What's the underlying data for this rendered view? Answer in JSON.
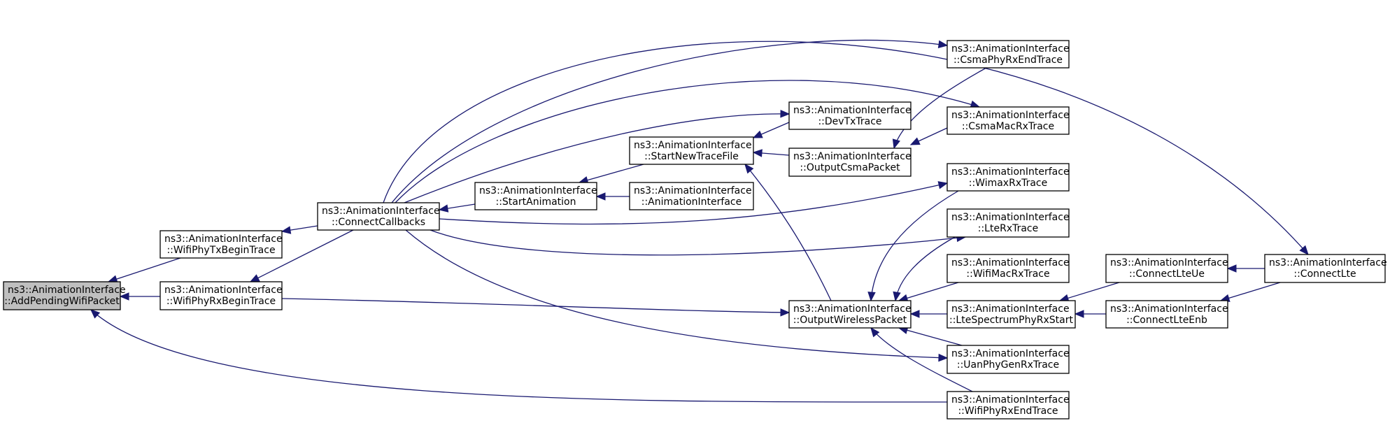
{
  "colors": {
    "edge": "#191970",
    "root_fill": "#bfbfbf",
    "node_fill": "#ffffff",
    "border": "#000000"
  },
  "nodes": {
    "add_pending_wifi_packet": {
      "line1": "ns3::AnimationInterface",
      "line2": "::AddPendingWifiPacket",
      "highlighted": true
    },
    "wifi_phy_tx_begin_trace": {
      "line1": "ns3::AnimationInterface",
      "line2": "::WifiPhyTxBeginTrace"
    },
    "wifi_phy_rx_begin_trace": {
      "line1": "ns3::AnimationInterface",
      "line2": "::WifiPhyRxBeginTrace"
    },
    "connect_callbacks": {
      "line1": "ns3::AnimationInterface",
      "line2": "::ConnectCallbacks"
    },
    "start_animation": {
      "line1": "ns3::AnimationInterface",
      "line2": "::StartAnimation"
    },
    "start_new_trace_file": {
      "line1": "ns3::AnimationInterface",
      "line2": "::StartNewTraceFile"
    },
    "animation_interface": {
      "line1": "ns3::AnimationInterface",
      "line2": "::AnimationInterface"
    },
    "dev_tx_trace": {
      "line1": "ns3::AnimationInterface",
      "line2": "::DevTxTrace"
    },
    "output_csma_packet": {
      "line1": "ns3::AnimationInterface",
      "line2": "::OutputCsmaPacket"
    },
    "output_wireless_packet": {
      "line1": "ns3::AnimationInterface",
      "line2": "::OutputWirelessPacket"
    },
    "csma_phy_rx_end_trace": {
      "line1": "ns3::AnimationInterface",
      "line2": "::CsmaPhyRxEndTrace"
    },
    "csma_mac_rx_trace": {
      "line1": "ns3::AnimationInterface",
      "line2": "::CsmaMacRxTrace"
    },
    "wimax_rx_trace": {
      "line1": "ns3::AnimationInterface",
      "line2": "::WimaxRxTrace"
    },
    "lte_rx_trace": {
      "line1": "ns3::AnimationInterface",
      "line2": "::LteRxTrace"
    },
    "wifi_mac_rx_trace": {
      "line1": "ns3::AnimationInterface",
      "line2": "::WifiMacRxTrace"
    },
    "lte_spectrum_phy_rx_start": {
      "line1": "ns3::AnimationInterface",
      "line2": "::LteSpectrumPhyRxStart"
    },
    "uan_phy_gen_rx_trace": {
      "line1": "ns3::AnimationInterface",
      "line2": "::UanPhyGenRxTrace"
    },
    "wifi_phy_rx_end_trace": {
      "line1": "ns3::AnimationInterface",
      "line2": "::WifiPhyRxEndTrace"
    },
    "connect_lte_ue": {
      "line1": "ns3::AnimationInterface",
      "line2": "::ConnectLteUe"
    },
    "connect_lte_enb": {
      "line1": "ns3::AnimationInterface",
      "line2": "::ConnectLteEnb"
    },
    "connect_lte": {
      "line1": "ns3::AnimationInterface",
      "line2": "::ConnectLte"
    }
  },
  "edges": [
    {
      "from": "wifi_phy_tx_begin_trace",
      "to": "add_pending_wifi_packet"
    },
    {
      "from": "wifi_phy_rx_begin_trace",
      "to": "add_pending_wifi_packet"
    },
    {
      "from": "wifi_phy_rx_end_trace",
      "to": "add_pending_wifi_packet"
    },
    {
      "from": "connect_callbacks",
      "to": "wifi_phy_tx_begin_trace"
    },
    {
      "from": "connect_callbacks",
      "to": "wifi_phy_rx_begin_trace"
    },
    {
      "from": "start_animation",
      "to": "connect_callbacks"
    },
    {
      "from": "start_new_trace_file",
      "to": "start_animation"
    },
    {
      "from": "animation_interface",
      "to": "start_animation"
    },
    {
      "from": "dev_tx_trace",
      "to": "start_new_trace_file"
    },
    {
      "from": "output_csma_packet",
      "to": "start_new_trace_file"
    },
    {
      "from": "output_wireless_packet",
      "to": "start_new_trace_file"
    },
    {
      "from": "csma_phy_rx_end_trace",
      "to": "output_csma_packet"
    },
    {
      "from": "csma_mac_rx_trace",
      "to": "output_csma_packet"
    },
    {
      "from": "wifi_phy_rx_begin_trace",
      "to": "output_wireless_packet"
    },
    {
      "from": "wimax_rx_trace",
      "to": "output_wireless_packet"
    },
    {
      "from": "lte_rx_trace",
      "to": "output_wireless_packet"
    },
    {
      "from": "wifi_mac_rx_trace",
      "to": "output_wireless_packet"
    },
    {
      "from": "lte_spectrum_phy_rx_start",
      "to": "output_wireless_packet"
    },
    {
      "from": "uan_phy_gen_rx_trace",
      "to": "output_wireless_packet"
    },
    {
      "from": "wifi_phy_rx_end_trace",
      "to": "output_wireless_packet"
    },
    {
      "from": "connect_lte_ue",
      "to": "lte_spectrum_phy_rx_start"
    },
    {
      "from": "connect_lte_enb",
      "to": "lte_spectrum_phy_rx_start"
    },
    {
      "from": "connect_lte",
      "to": "connect_lte_ue"
    },
    {
      "from": "connect_lte",
      "to": "connect_lte_enb"
    },
    {
      "from": "connect_callbacks",
      "to": "dev_tx_trace"
    },
    {
      "from": "connect_callbacks",
      "to": "csma_phy_rx_end_trace"
    },
    {
      "from": "connect_callbacks",
      "to": "csma_mac_rx_trace"
    },
    {
      "from": "connect_callbacks",
      "to": "wimax_rx_trace"
    },
    {
      "from": "connect_callbacks",
      "to": "lte_rx_trace"
    },
    {
      "from": "connect_callbacks",
      "to": "uan_phy_gen_rx_trace"
    },
    {
      "from": "connect_callbacks",
      "to": "connect_lte"
    }
  ]
}
